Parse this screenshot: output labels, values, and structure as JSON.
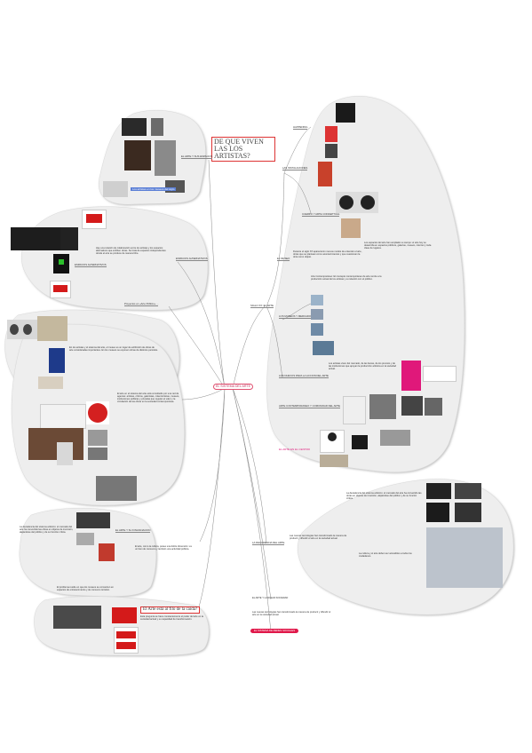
{
  "title": "DE QUE VIVEN LAS LOS ARTISTAS?",
  "center": "EL SISTEMA DEL ARTE",
  "labels": {
    "lbl_top": "EL ARTE Y SUS ESPACIOS",
    "lbl_alt": "ESPACIOS ALTERNATIVOS",
    "lbl_alt2": "ESPACIOS ALTERNATIVOS",
    "lbl_art": "Proyectos en «Arte Público» ...",
    "lbl_blue": "Los artistas en los museos del siglo",
    "lbl_instalaciones": "LAS INSTALACIONES",
    "lbl_happ": "HAPPENING",
    "lbl_cuerpo": "CUERPO Y ARTE CONCEPTUAL",
    "lbl_mimuseo": "EL MUSEO",
    "lbl_siglo": "SIGLO XX: EL ARTE",
    "lbl_museos": "LOS MUSEOS Y MERCADO",
    "lbl_nuevos": "LOS NUEVOS PARA LA ACCION DEL ARTE",
    "lbl_arte_centro": "EL ARTE EN EL CENTRO",
    "lbl_contemp": "ARTE CONTEMPORANEO Y COMUNIDAD DEL ARTE",
    "lbl_decad": "LA DECADENCIA DEL ARTE",
    "lbl_red": "EL SISTEMA DE REDES SOCIALES",
    "lbl_financ": "EL ARTE Y SU FINANCIACION",
    "lbl_new": "EL ARTE Y LA NUEVA SOCIEDAD",
    "lbl_arte_red": "El Arte está al filo de la caída?"
  },
  "paras": {
    "p1": "Hay una relación de colaboración entre los artistas y los espacios alternativos que exhiben obras. Se trata de espacios independientes donde el arte se produce de manera libre.",
    "p2": "En los artistas y el sistema del arte, el museo es un lugar de exhibición de obras de arte consideradas importantes. En los museos se exponen obras de distintos periodos.",
    "p3": "El arte en el sistema del arte está constituido por una red de agentes: artistas, críticos, galeristas, coleccionistas, museos, instituciones públicas y privadas que regulan el valor y la circulación de las obras en la sociedad contemporánea.",
    "p4": "Los espacios del arte han ampliado su campo: el arte hoy se desarrolla en espacios públicos, galerías, museos, internet y toda clase de lugares.",
    "p5": "Durante el siglo XX aparecieron nuevos modos de entender el arte, obras que se plantean como acontecimientos y que cuestionan la obra como objeto.",
    "p6": "Arte Contemporáneo: El concepto contemporáneo de arte remite a la producción actual de los artistas y su relación con el público.",
    "p7": "Los artistas viven del mercado, de las becas, de los premios y de las instituciones que apoyan la producción artística en la sociedad actual.",
    "p8": "La decadencia del sistema artístico: el mercado del arte ha convertido las obras en objetos de inversión, alejándose del público y de su función crítica.",
    "p9": "El arte, como la cultura, posee una doble dimensión: es un bien de consumo y también una actividad pública.",
    "p10": "El problema reside en que los museos se convierten en espacios de entretenimiento y de consumo turístico.",
    "p11": "La cultura y el arte deben ser accesibles a todos los ciudadanos.",
    "p12": "Las nuevas tecnologías han transformado la manera de producir y difundir el arte en la sociedad actual.",
    "p13": "Esta pregunta se hace constantemente el poder del arte en la sociedad actual y su capacidad de transformación."
  }
}
